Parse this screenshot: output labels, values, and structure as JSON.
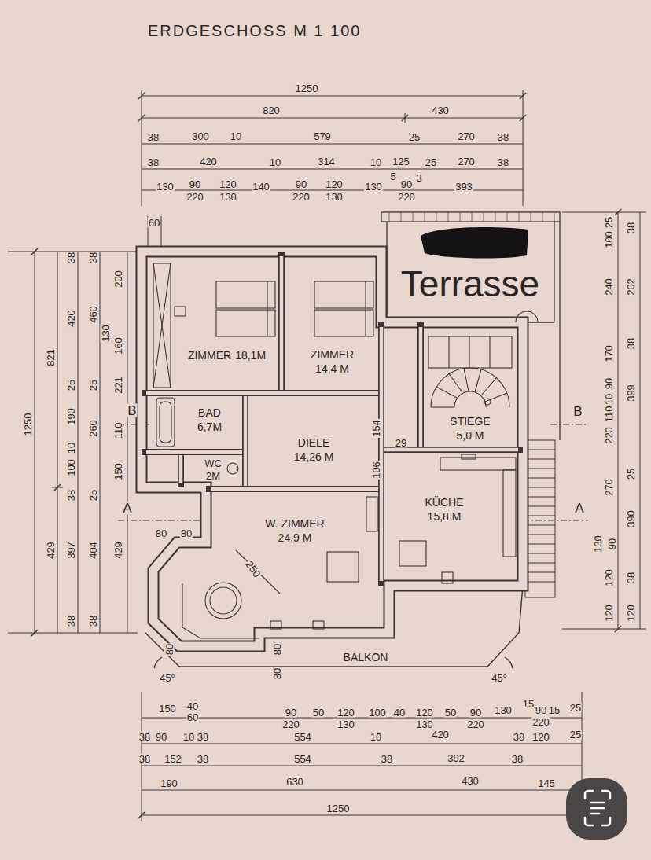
{
  "diagram": {
    "title": "ERDGESCHOSS M 1 100",
    "nodes": [
      {
        "text": [
          "Terrasse"
        ]
      },
      {
        "text": [
          "ZIMMER",
          "18,1M"
        ]
      },
      {
        "text": [
          "ZIMMER",
          "14,4 M"
        ]
      },
      {
        "text": [
          "BAD",
          "6,7M"
        ]
      },
      {
        "text": [
          "DIELE",
          "14,26 M"
        ]
      },
      {
        "text": [
          "STIEGE",
          "5,0 M"
        ]
      },
      {
        "text": [
          "WC",
          "2M"
        ]
      },
      {
        "text": [
          "KÜCHE",
          "15,8 M"
        ]
      },
      {
        "text": [
          "W. ZIMMER",
          "24,9 M"
        ]
      },
      {
        "text": [
          "BALKON"
        ]
      }
    ],
    "labels": [
      "1250",
      "820",
      "430",
      "38",
      "300",
      "10",
      "579",
      "25",
      "270",
      "38",
      "38",
      "420",
      "10",
      "314",
      "10",
      "125",
      "25",
      "270",
      "38",
      "130",
      "90",
      "220",
      "120",
      "130",
      "140",
      "90",
      "220",
      "120",
      "130",
      "130",
      "5",
      "90",
      "220",
      "3",
      "393",
      "60",
      "1250",
      "821",
      "429",
      "38",
      "420",
      "25",
      "190",
      "10",
      "100",
      "38",
      "397",
      "38",
      "38",
      "460",
      "25",
      "260",
      "25",
      "404",
      "38",
      "200",
      "130",
      "160",
      "221",
      "110",
      "150",
      "429",
      "25",
      "100",
      "240",
      "170",
      "90",
      "10",
      "110",
      "220",
      "270",
      "130",
      "90",
      "120",
      "120",
      "38",
      "202",
      "38",
      "399",
      "25",
      "390",
      "38",
      "120",
      "B",
      "B",
      "A",
      "A",
      "154",
      "29",
      "106",
      "80",
      "80",
      "250",
      "80",
      "80",
      "80",
      "45°",
      "45°",
      "150",
      "40",
      "60",
      "90",
      "220",
      "50",
      "120",
      "130",
      "100",
      "40",
      "120",
      "130",
      "50",
      "90",
      "220",
      "130",
      "15",
      "90",
      "15",
      "220",
      "25",
      "38",
      "90",
      "10",
      "38",
      "554",
      "10",
      "420",
      "38",
      "120",
      "25",
      "38",
      "152",
      "38",
      "554",
      "38",
      "392",
      "38",
      "190",
      "630",
      "430",
      "145",
      "1250"
    ]
  }
}
